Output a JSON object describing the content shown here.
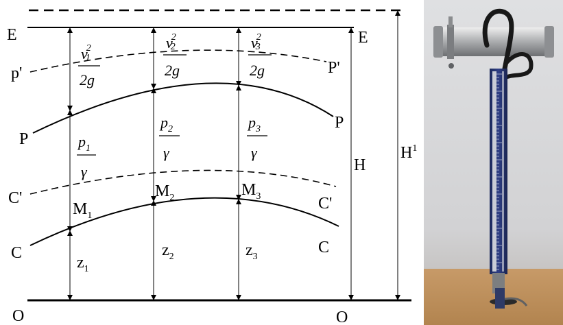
{
  "labels": {
    "E_left": "E",
    "E_right": "E",
    "p_prime_left": "p'",
    "P_prime_right": "P'",
    "P_left": "P",
    "P_right": "P",
    "C_prime_left": "C'",
    "C_prime_right": "C'",
    "C_left": "C",
    "C_right": "C",
    "O_left": "O",
    "O_right": "O",
    "H": "H",
    "H1": "H",
    "H1_sup": "1"
  },
  "velocity_heads": [
    {
      "numerator": "v",
      "sub": "1",
      "sup": "2",
      "denominator": "2g"
    },
    {
      "numerator": "v",
      "sub": "2",
      "sup": "2",
      "denominator": "2g"
    },
    {
      "numerator": "v",
      "sub": "3",
      "sup": "2",
      "denominator": "2g"
    }
  ],
  "pressure_heads": [
    {
      "numerator": "p",
      "sub": "1",
      "denominator": "γ"
    },
    {
      "numerator": "p",
      "sub": "2",
      "denominator": "γ"
    },
    {
      "numerator": "p",
      "sub": "3",
      "denominator": "γ"
    }
  ],
  "points": [
    {
      "letter": "M",
      "sub": "1"
    },
    {
      "letter": "M",
      "sub": "2"
    },
    {
      "letter": "M",
      "sub": "3"
    }
  ],
  "elevations": [
    {
      "letter": "z",
      "sub": "1"
    },
    {
      "letter": "z",
      "sub": "2"
    },
    {
      "letter": "z",
      "sub": "3"
    }
  ]
}
